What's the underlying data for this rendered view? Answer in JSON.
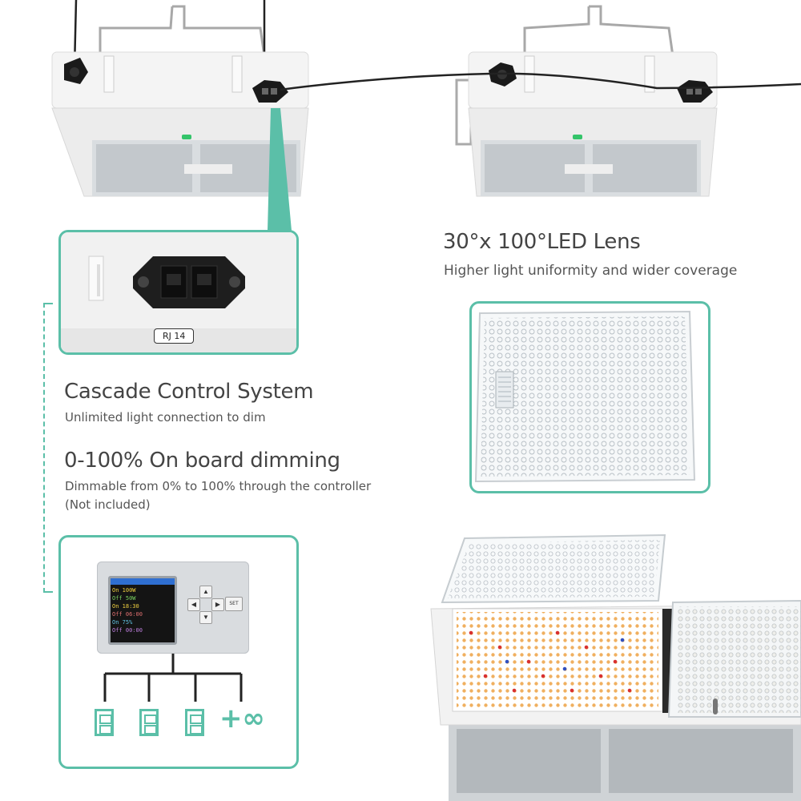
{
  "colors": {
    "accent": "#5bbfa8",
    "text_heading": "#444444",
    "text_sub": "#555555",
    "led_warm": "#f0b060",
    "led_red": "#d83030",
    "led_blue": "#3050c0"
  },
  "lens": {
    "title": "30°x 100°LED Lens",
    "subtitle": "Higher light uniformity and wider coverage"
  },
  "cascade": {
    "title": "Cascade Control System",
    "subtitle": "Unlimited light connection to dim"
  },
  "dimming": {
    "title": "0-100% On board dimming",
    "subtitle_line1": "Dimmable from 0% to 100% through the controller",
    "subtitle_line2": "(Not included)"
  },
  "port": {
    "label": "RJ 14"
  },
  "controller": {
    "set_label": "SET",
    "infinity_label": "+∞",
    "screen_rows": [
      "On 100W",
      "Off 50W",
      "On 18:30",
      "Off 06:00",
      "On 75%",
      "Off 00:00"
    ],
    "icons": [
      "arrow-up-icon",
      "arrow-left-icon",
      "arrow-right-icon",
      "arrow-down-icon",
      "light-unit-icon",
      "infinity-icon"
    ]
  }
}
